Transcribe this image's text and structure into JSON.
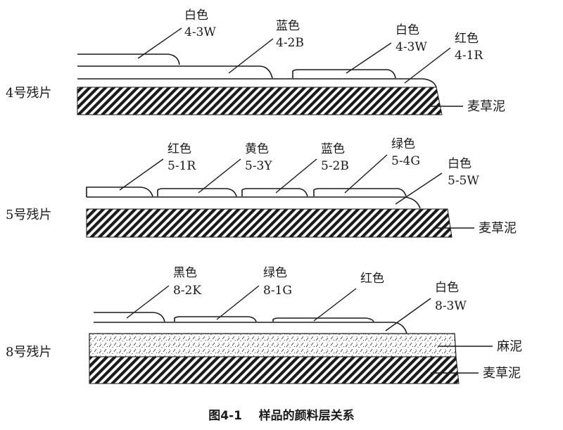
{
  "caption": "图4-1    样品的颜料层关系",
  "panel4": {
    "sample": "4号残片",
    "ground": "麦草泥",
    "labels": [
      {
        "color": "白色",
        "code": "4-3W"
      },
      {
        "color": "蓝色",
        "code": "4-2B"
      },
      {
        "color": "白色",
        "code": "4-3W"
      },
      {
        "color": "红色",
        "code": "4-1R"
      }
    ]
  },
  "panel5": {
    "sample": "5号残片",
    "ground": "麦草泥",
    "labels": [
      {
        "color": "红色",
        "code": "5-1R"
      },
      {
        "color": "黄色",
        "code": "5-3Y"
      },
      {
        "color": "蓝色",
        "code": "5-2B"
      },
      {
        "color": "绿色",
        "code": "5-4G"
      },
      {
        "color": "白色",
        "code": "5-5W"
      }
    ]
  },
  "panel8": {
    "sample": "8号残片",
    "middle": "麻泥",
    "ground": "麦草泥",
    "labels": [
      {
        "color": "黑色",
        "code": "8-2K"
      },
      {
        "color": "绿色",
        "code": "8-1G"
      },
      {
        "color": "红色",
        "code": ""
      },
      {
        "color": "白色",
        "code": "8-3W"
      }
    ]
  }
}
